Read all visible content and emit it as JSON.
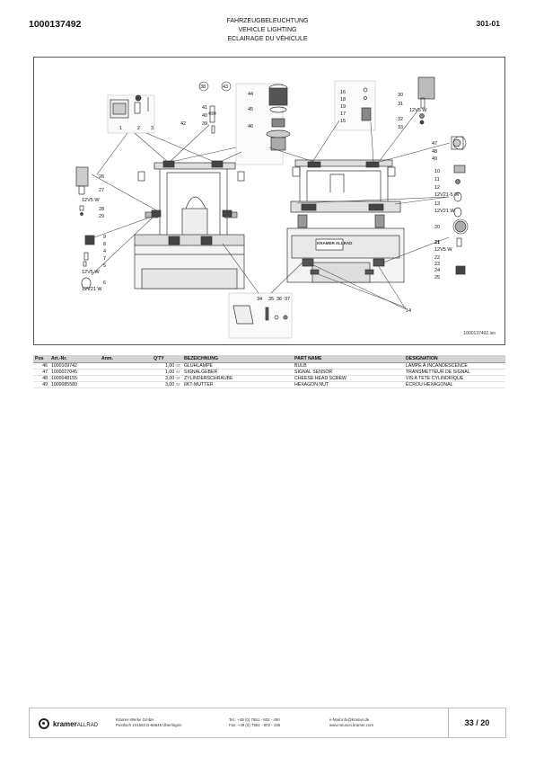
{
  "header": {
    "doc_number": "1000137492",
    "title_de": "FAHRZEUGBELEUCHTUNG",
    "title_en": "VEHICLE LIGHTING",
    "title_fr": "ECLAIRAGE DU VÉHICULE",
    "page_code": "301-01"
  },
  "diagram": {
    "drawing_id": "1000137492.iso",
    "callouts": {
      "c1": "1",
      "c2": "2",
      "c3": "3",
      "c4": "4",
      "c5": "5",
      "c6": "6",
      "c7": "7",
      "c8": "8",
      "c9": "9",
      "c10": "10",
      "c11": "11",
      "c12": "12",
      "c13": "13",
      "c14": "14",
      "c15": "15",
      "c16": "16",
      "c17": "17",
      "c18": "18",
      "c19": "19",
      "c20": "20",
      "c21": "21",
      "c22": "22",
      "c23": "23",
      "c24": "24",
      "c25": "25",
      "c26": "26",
      "c27": "27",
      "c28": "28",
      "c29": "29",
      "c30": "30",
      "c31": "31",
      "c32": "32",
      "c33": "33",
      "c34": "34",
      "c35": "35",
      "c36": "36",
      "c37": "37",
      "c38": "38",
      "c39": "39",
      "c40": "40",
      "c41": "41",
      "c42": "42",
      "c43": "43",
      "c44": "44",
      "c45": "45",
      "c46": "46",
      "c47": "47",
      "c48": "48",
      "c49": "49"
    },
    "ratings": {
      "r_12v5_a": "12V5 W",
      "r_12v5_b": "12V5 W",
      "r_12v5_c": "12V5 W",
      "r_12v5_d": "12V5 W",
      "r_12v21_a": "12V21 W",
      "r_12v21_b": "12V21 W",
      "r_12v21_5": "12V21-5 W"
    },
    "chassis_label": "KRAMER ALLRAD"
  },
  "table": {
    "headers": {
      "pos": "Pos",
      "art": "Art.-Nr.",
      "anm": "Anm.",
      "qty": "Q'TY",
      "bez": "BEZEICHNUNG",
      "part": "PART NAME",
      "des": "DESIGNATION"
    },
    "rows": [
      {
        "pos": "46",
        "art": "1000109742",
        "qty": "1,00",
        "unit": "ST",
        "bez": "GLÜHLAMPE",
        "part": "BULB",
        "des": "LAMPE À INCANDESCENCE"
      },
      {
        "pos": "47",
        "art": "1000027045",
        "qty": "1,00",
        "unit": "ST",
        "bez": "SIGNALGEBER",
        "part": "SIGNAL SENSOR",
        "des": "TRANSMETTEUR DE SIGNAL"
      },
      {
        "pos": "48",
        "art": "1000048155",
        "qty": "3,00",
        "unit": "ST",
        "bez": "ZYLINDERSCHRAUBE",
        "part": "CHEESE HEAD SCREW",
        "des": "VIS A TETE CYLINDRIQUE"
      },
      {
        "pos": "49",
        "art": "1000085580",
        "qty": "3,00",
        "unit": "ST",
        "bez": "6KT-MUTTER",
        "part": "HEXAGON NUT",
        "des": "ÉCROU HEXAGONAL"
      }
    ]
  },
  "footer": {
    "brand": "kramer",
    "brand_sub": "ALLRAD",
    "company": "Kramer-Werke GmbH",
    "address": "Postfach 101563 D-88645 Überlingen",
    "tel": "Tel.: +49 (0) 7551 - 602 - 450",
    "fax": "Fax: +49 (0) 7551 - 602 - 156",
    "email": "e-Mail:info@kramer.de",
    "web": "www.neuson.kramer.com",
    "page": "33 / 20"
  }
}
